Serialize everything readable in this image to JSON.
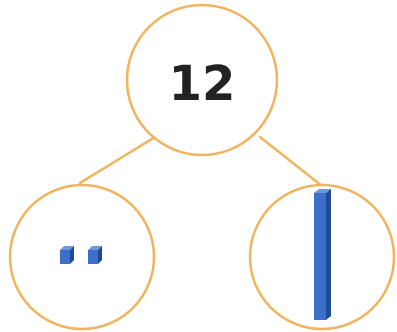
{
  "number_bond": {
    "whole": "12",
    "parts": [
      {
        "label": "",
        "blocks": {
          "ones": 2,
          "tens": 0
        }
      },
      {
        "label": "",
        "blocks": {
          "ones": 0,
          "tens": 1
        }
      }
    ]
  },
  "colors": {
    "circle_outline": "#f0b35e",
    "block_face": "#3b6fc9",
    "block_shadow": "#1f4a94",
    "block_highlight": "#6f97dc",
    "text": "#222222"
  }
}
